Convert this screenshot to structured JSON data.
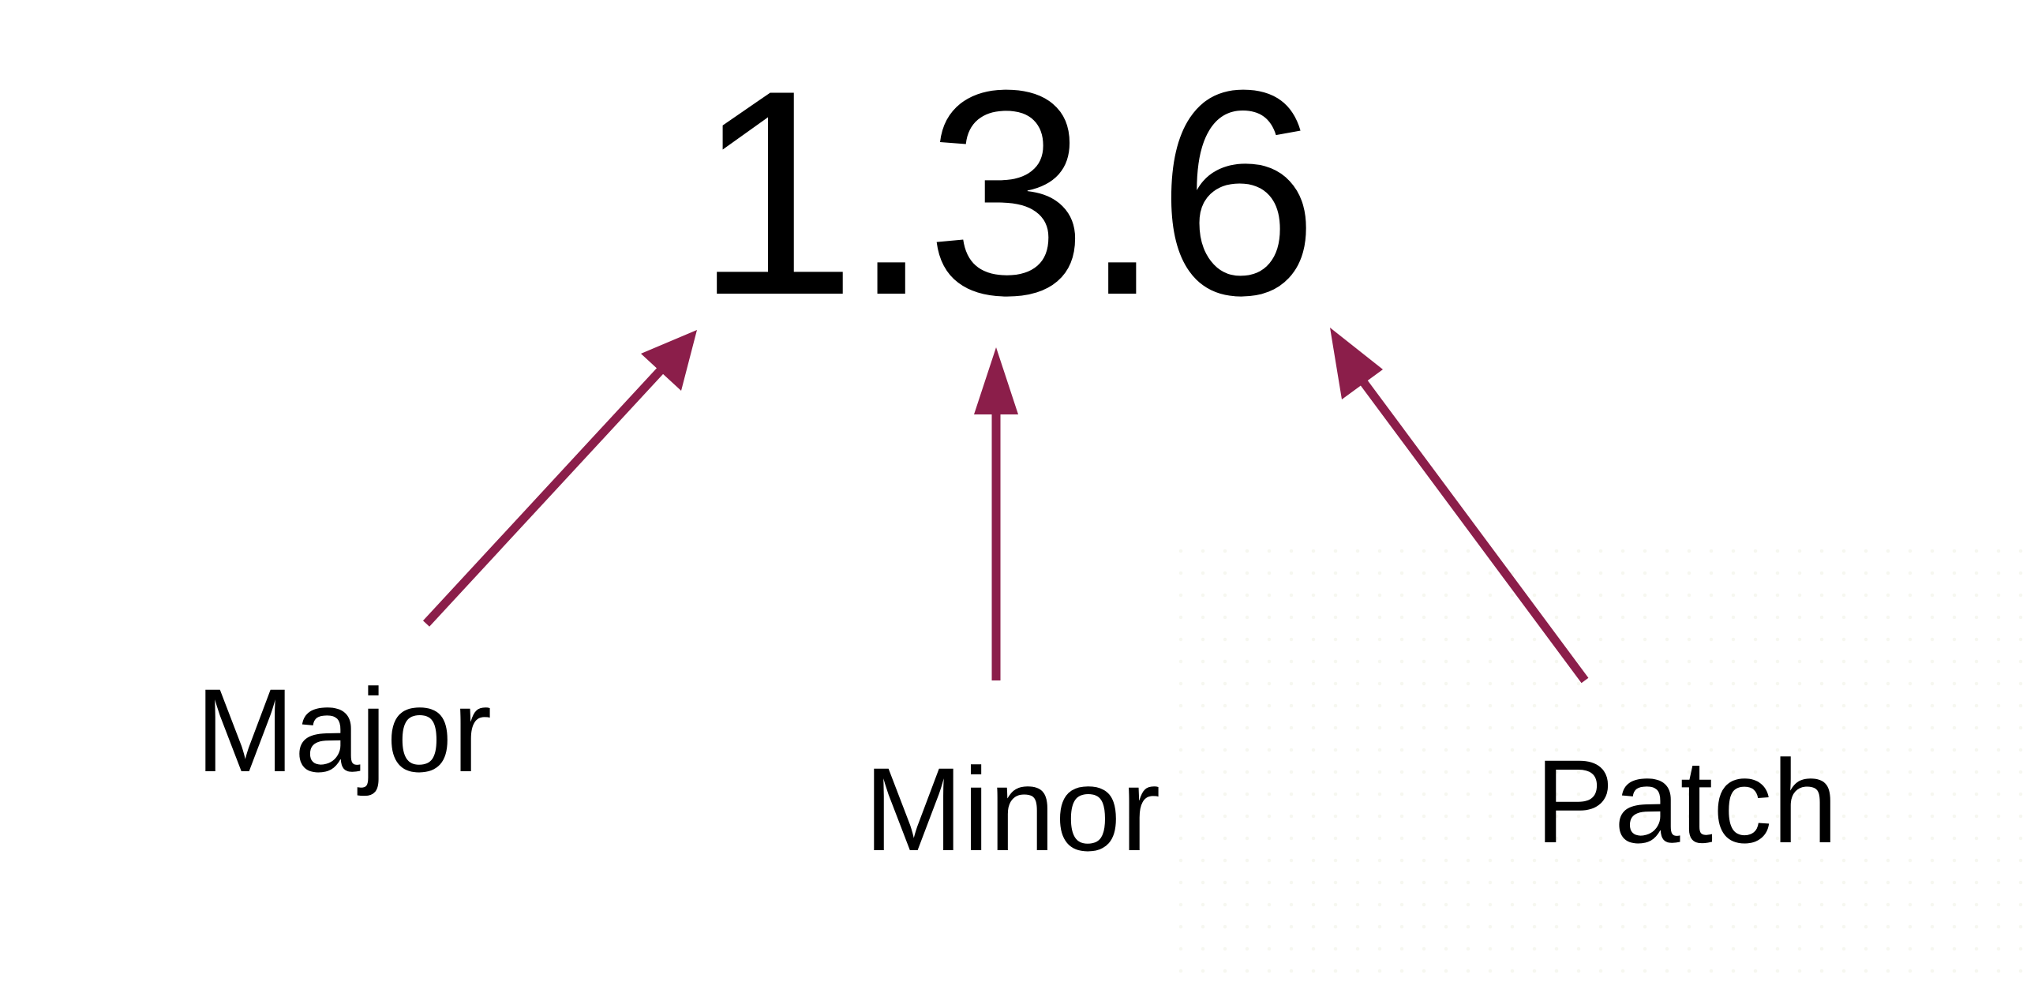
{
  "version": {
    "text": "1.3.6"
  },
  "labels": {
    "major": "Major",
    "minor": "Minor",
    "patch": "Patch"
  },
  "colors": {
    "arrow": "#8b1e4a",
    "text": "#000000",
    "background": "#ffffff"
  },
  "icons": [
    "arrow-major-icon",
    "arrow-minor-icon",
    "arrow-patch-icon"
  ]
}
